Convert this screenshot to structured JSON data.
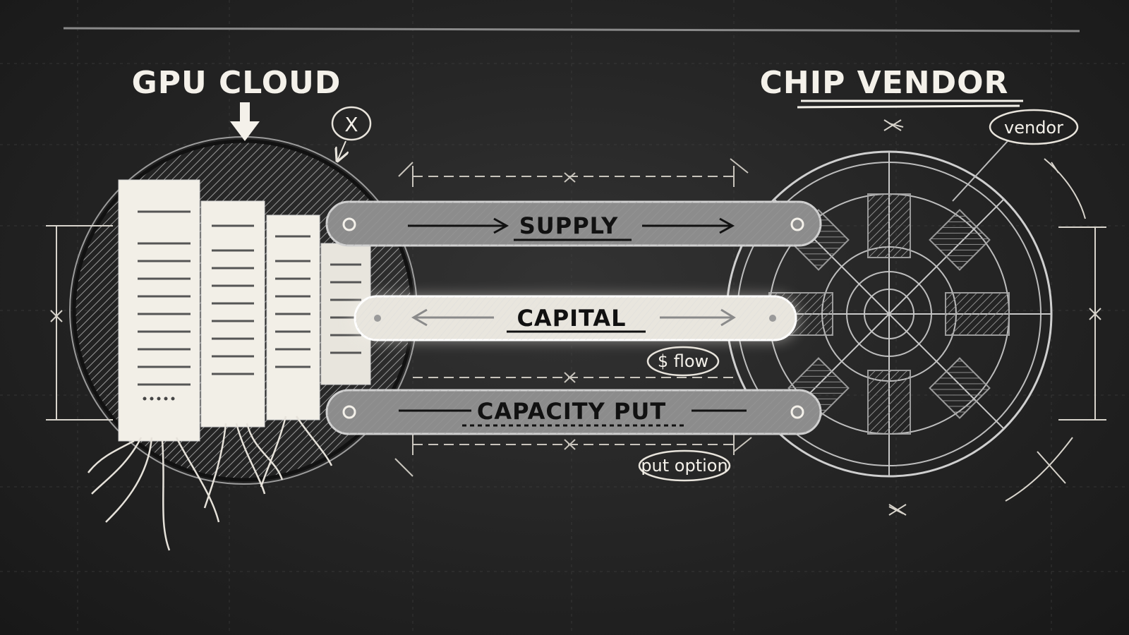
{
  "left_node": {
    "title": "GPU CLOUD",
    "marker": "X"
  },
  "right_node": {
    "title": "CHIP VENDOR",
    "tag": "vendor"
  },
  "connections": [
    {
      "label": "SUPPLY",
      "direction": "right"
    },
    {
      "label": "CAPITAL",
      "direction": "both"
    },
    {
      "label": "CAPACITY PUT",
      "direction": "none"
    }
  ],
  "annotations": {
    "capital_note": "$ flow",
    "put_note": "put option"
  },
  "colors": {
    "chalkboard": "#262626",
    "chalk": "#f4f1ea",
    "grid": "#4a4a4a"
  }
}
